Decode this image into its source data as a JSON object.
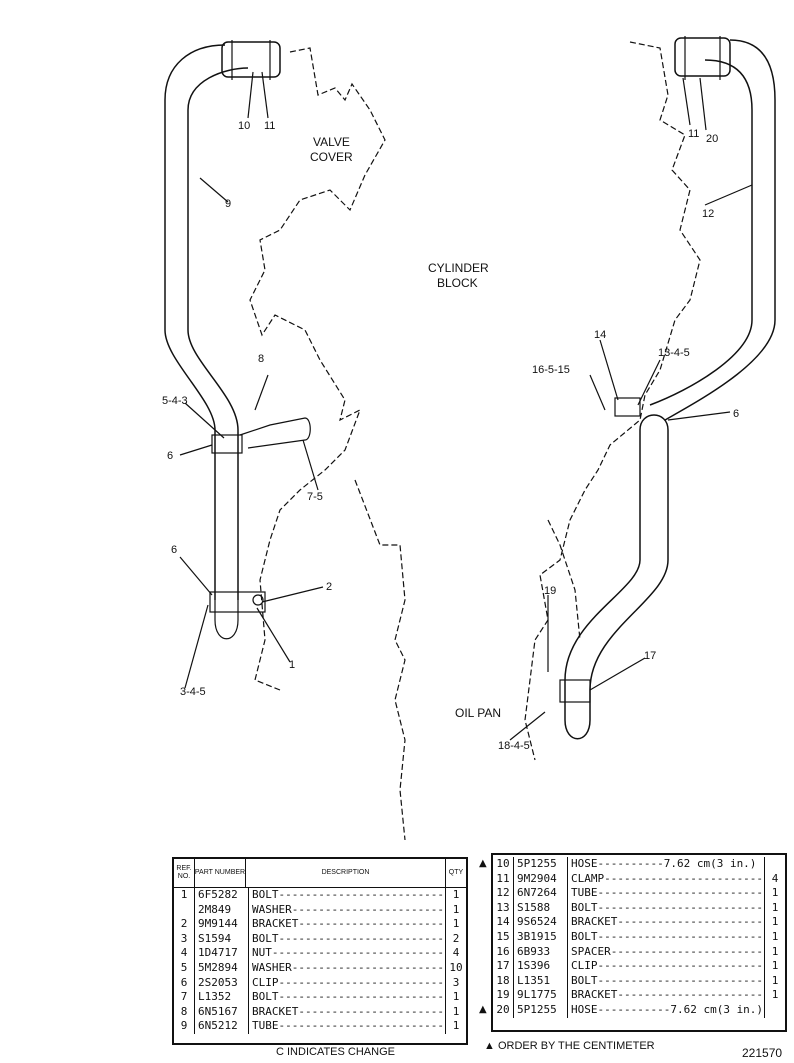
{
  "drawing": {
    "labels": {
      "valve_cover": [
        "VALVE",
        "COVER"
      ],
      "cylinder_block": [
        "CYLINDER",
        "BLOCK"
      ],
      "oil_pan": "OIL PAN"
    },
    "callouts_left": [
      "10",
      "11",
      "9",
      "8",
      "5-4-3",
      "6",
      "7-5",
      "6",
      "2",
      "1",
      "3-4-5"
    ],
    "callouts_right": [
      "11",
      "20",
      "12",
      "14",
      "13-4-5",
      "16-5-15",
      "6",
      "19",
      "17",
      "18-4-5"
    ]
  },
  "parts_table_left": {
    "headers": {
      "ref": "REF. NO.",
      "part": "PART NUMBER",
      "desc": "DESCRIPTION",
      "qty": "QTY"
    },
    "rows": [
      {
        "ref": "1",
        "part": "6F5282",
        "desc": "BOLT-----------------------------",
        "qty": "1"
      },
      {
        "ref": "",
        "part": "2M849",
        "desc": "WASHER---------------------------",
        "qty": "1"
      },
      {
        "ref": "2",
        "part": "9M9144",
        "desc": "BRACKET--------------------------",
        "qty": "1"
      },
      {
        "ref": "3",
        "part": "S1594",
        "desc": "BOLT-----------------------------",
        "qty": "2"
      },
      {
        "ref": "4",
        "part": "1D4717",
        "desc": "NUT------------------------------",
        "qty": "4"
      },
      {
        "ref": "5",
        "part": "5M2894",
        "desc": "WASHER---------------------------",
        "qty": "10"
      },
      {
        "ref": "6",
        "part": "2S2053",
        "desc": "CLIP-----------------------------",
        "qty": "3"
      },
      {
        "ref": "7",
        "part": "L1352",
        "desc": "BOLT-----------------------------",
        "qty": "1"
      },
      {
        "ref": "8",
        "part": "6N5167",
        "desc": "BRACKET--------------------------",
        "qty": "1"
      },
      {
        "ref": "9",
        "part": "6N5212",
        "desc": "TUBE-----------------------------",
        "qty": "1"
      }
    ]
  },
  "parts_table_right": {
    "rows": [
      {
        "mark": "▲",
        "ref": "10",
        "part": "5P1255",
        "desc": "HOSE----------7.62 cm(3 in.)",
        "qty": ""
      },
      {
        "mark": "",
        "ref": "11",
        "part": "9M2904",
        "desc": "CLAMP--------------------------",
        "qty": "4"
      },
      {
        "mark": "",
        "ref": "12",
        "part": "6N7264",
        "desc": "TUBE---------------------------",
        "qty": "1"
      },
      {
        "mark": "",
        "ref": "13",
        "part": "S1588",
        "desc": "BOLT---------------------------",
        "qty": "1"
      },
      {
        "mark": "",
        "ref": "14",
        "part": "9S6524",
        "desc": "BRACKET------------------------",
        "qty": "1"
      },
      {
        "mark": "",
        "ref": "15",
        "part": "3B1915",
        "desc": "BOLT---------------------------",
        "qty": "1"
      },
      {
        "mark": "",
        "ref": "16",
        "part": "6B933",
        "desc": "SPACER-------------------------",
        "qty": "1"
      },
      {
        "mark": "",
        "ref": "17",
        "part": "1S396",
        "desc": "CLIP---------------------------",
        "qty": "1"
      },
      {
        "mark": "",
        "ref": "18",
        "part": "L1351",
        "desc": "BOLT---------------------------",
        "qty": "1"
      },
      {
        "mark": "",
        "ref": "19",
        "part": "9L1775",
        "desc": "BRACKET------------------------",
        "qty": "1"
      },
      {
        "mark": "▲",
        "ref": "20",
        "part": "5P1255",
        "desc": "HOSE-----------7.62 cm(3 in.)",
        "qty": ""
      }
    ]
  },
  "notes": {
    "change": "C INDICATES CHANGE",
    "order": "▲ ORDER BY THE CENTIMETER",
    "drawing_number": "221570"
  }
}
